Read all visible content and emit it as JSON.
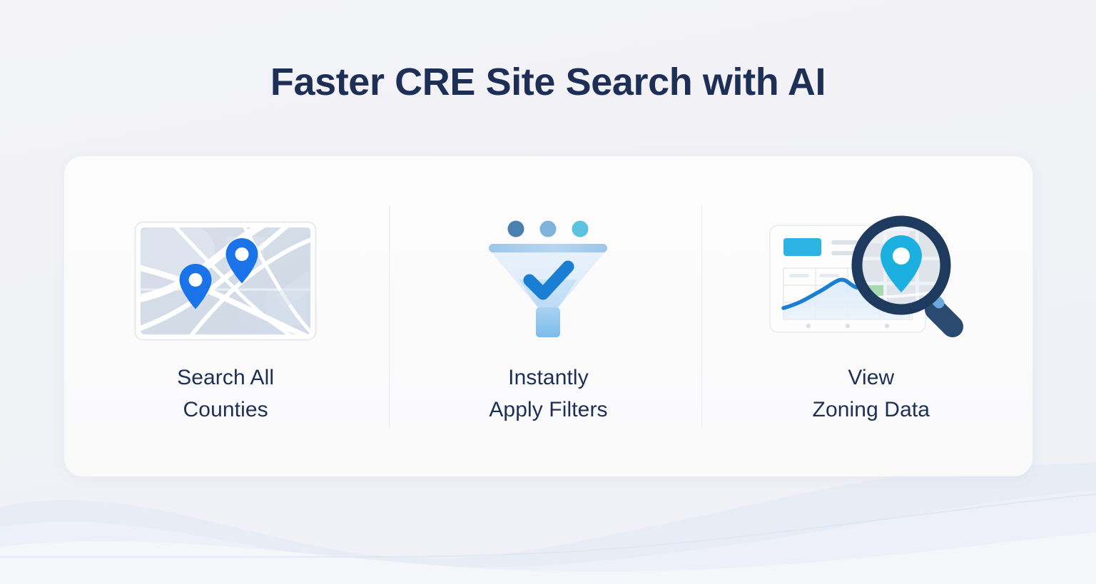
{
  "page": {
    "title": "Faster CRE Site Search with AI",
    "background_color": "#f2f2f6",
    "card_background": "#fbfbfc",
    "title_color": "#1e2f55"
  },
  "features": [
    {
      "icon": "map-with-pins-icon",
      "label_line1": "Search All",
      "label_line2": "Counties",
      "accent_color": "#1a73e8"
    },
    {
      "icon": "funnel-filter-check-icon",
      "label_line1": "Instantly",
      "label_line2": "Apply Filters",
      "accent_color": "#1a7fd4"
    },
    {
      "icon": "magnifier-over-dashboard-icon",
      "label_line1": "View",
      "label_line2": "Zoning Data",
      "accent_color": "#2bb3e3"
    }
  ],
  "palette": {
    "pin_blue": "#1a73e8",
    "funnel_dot_1": "#4a80b0",
    "funnel_dot_2": "#7eb4db",
    "funnel_dot_3": "#5cc2e0",
    "check_blue": "#1a7fd4",
    "badge_cyan": "#2bb3e3",
    "magnifier_navy": "#1e3a5f",
    "chart_line_blue": "#1a7fd4",
    "zoning_green": "#a8d8b0",
    "divider_gray": "#e9eaef",
    "wave_blue": "#dde4f0"
  }
}
